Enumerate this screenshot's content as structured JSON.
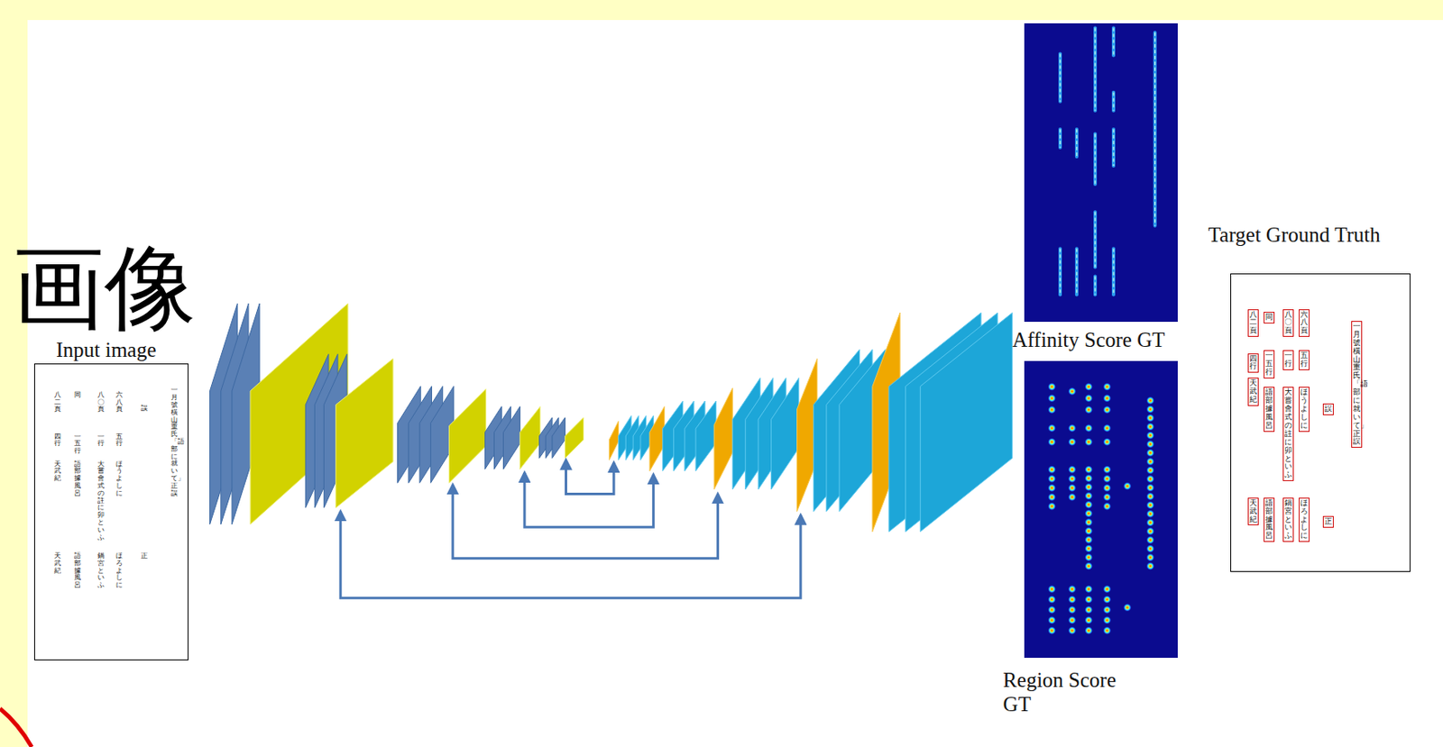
{
  "diagram": {
    "nodes": [
      {
        "text": [
          "Input image"
        ]
      },
      {
        "text": [
          "Affinity Score GT"
        ]
      },
      {
        "text": [
          "Region Score GT"
        ]
      },
      {
        "text": [
          "Target Ground Truth"
        ]
      },
      {
        "text": [
          "一月號橫山重氏「語部に就いて」正誤"
        ],
        "in": 3
      },
      {
        "text": [
          "誤"
        ],
        "in": 3
      },
      {
        "text": [
          "六八頁"
        ],
        "in": 3
      },
      {
        "text": [
          "五行"
        ],
        "in": 3
      },
      {
        "text": [
          "ほうよしに"
        ],
        "in": 3
      },
      {
        "text": [
          "八〇頁"
        ],
        "in": 3
      },
      {
        "text": [
          "一行"
        ],
        "in": 3
      },
      {
        "text": [
          "大嘗會式の註に卯といふ"
        ],
        "in": 3
      },
      {
        "text": [
          "同"
        ],
        "in": 3
      },
      {
        "text": [
          "一五行"
        ],
        "in": 3
      },
      {
        "text": [
          "語部據風呂"
        ],
        "in": 3
      },
      {
        "text": [
          "八二頁"
        ],
        "in": 3
      },
      {
        "text": [
          "四行"
        ],
        "in": 3
      },
      {
        "text": [
          "天武紀"
        ],
        "in": 3
      },
      {
        "text": [
          "正"
        ],
        "in": 3
      },
      {
        "text": [
          "ほろよしに"
        ],
        "in": 3
      },
      {
        "text": [
          "鍋宮といふ"
        ],
        "in": 3
      },
      {
        "text": [
          "語部據風呂"
        ],
        "in": 3
      },
      {
        "text": [
          "天武紀"
        ],
        "in": 3
      }
    ],
    "labels": [
      "画像",
      "一月號橫山重氏「語部に就いて」正誤",
      "誤",
      "六八頁",
      "五行",
      "ほうよしに",
      "八〇頁",
      "一行",
      "大嘗會式の註に卯といふ",
      "同",
      "一五行",
      "語部據風呂",
      "八二頁",
      "四行",
      "天武紀",
      "正",
      "ほろよしに",
      "鍋宮といふ",
      "語部據風呂",
      "天武紀"
    ]
  }
}
